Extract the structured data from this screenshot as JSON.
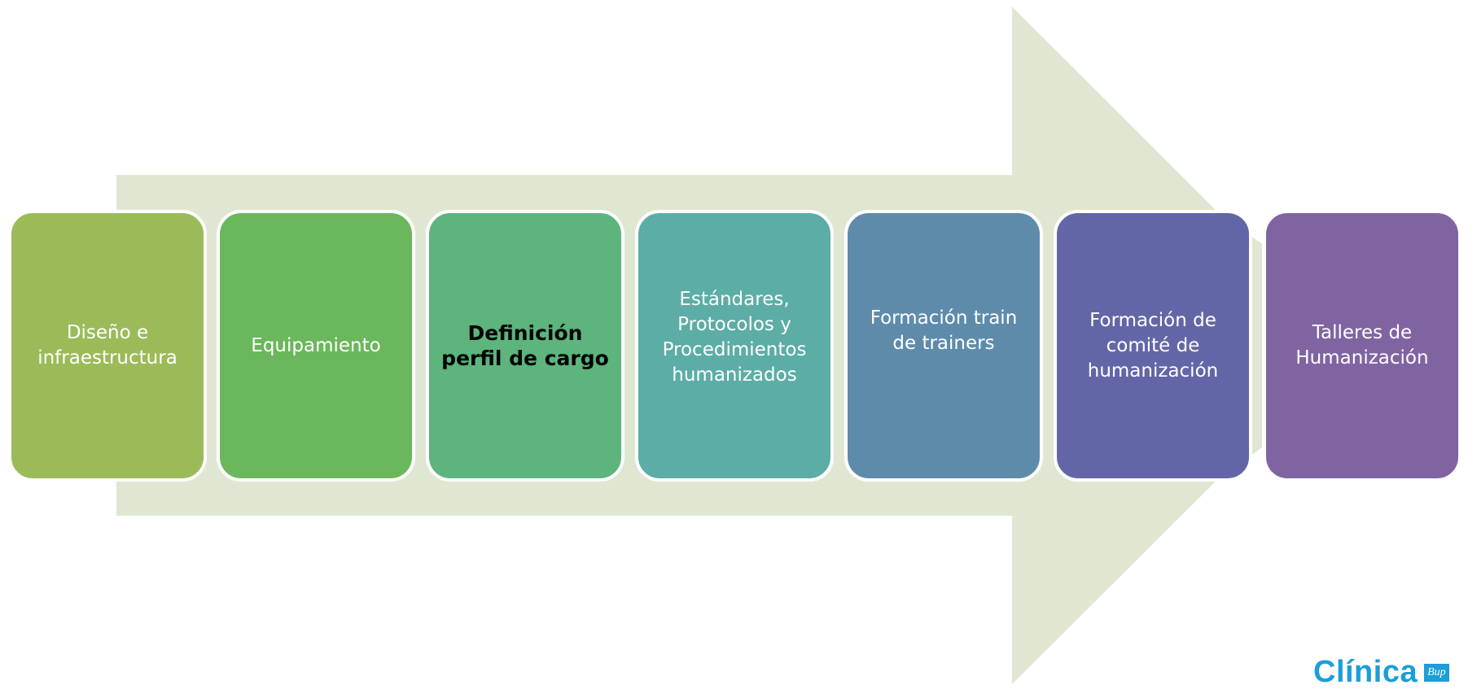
{
  "diagram": {
    "arrow_color": "#dfe7d2",
    "steps": [
      {
        "label": "Diseño e\ninfraestructura",
        "color": "#9bbb59"
      },
      {
        "label": "Equipamiento",
        "color": "#6bb75c"
      },
      {
        "label": "Definición\nperfil de cargo",
        "color": "#5db47c",
        "emphasis": "bold"
      },
      {
        "label": "Estándares,\nProtocolos y\nProcedimientos\nhumanizados",
        "color": "#5cada6"
      },
      {
        "label": "Formación  train\nde trainers",
        "color": "#5f8bab"
      },
      {
        "label": "Formación de\ncomité de\nhumanización",
        "color": "#6366a6"
      },
      {
        "label": "Talleres de\nHumanización",
        "color": "#8064a2"
      }
    ]
  },
  "logo": {
    "word": "Clínica",
    "mark": "Bup",
    "color": "#1c9ed8"
  }
}
